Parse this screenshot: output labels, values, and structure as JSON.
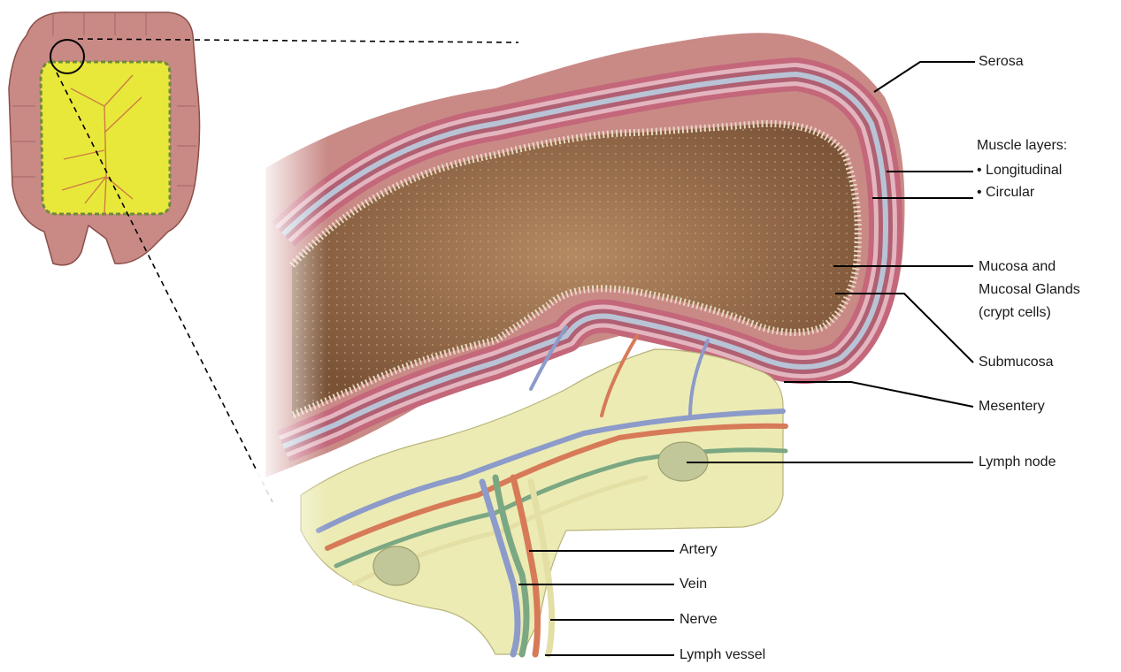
{
  "labels": {
    "serosa": "Serosa",
    "muscle_layers": "Muscle layers:",
    "longitudinal": "• Longitudinal",
    "circular": "• Circular",
    "mucosa_line1": "Mucosa and",
    "mucosa_line2": "Mucosal Glands",
    "mucosa_line3": "(crypt cells)",
    "submucosa": "Submucosa",
    "mesentery": "Mesentery",
    "lymph_node": "Lymph node",
    "artery": "Artery",
    "vein": "Vein",
    "nerve": "Nerve",
    "lymph_vessel": "Lymph vessel"
  },
  "colors": {
    "serosa_tissue": "#c98a86",
    "muscle_pink": "#c4677a",
    "muscle_light": "#e3b5bf",
    "submucosa_blue": "#b8c4d6",
    "lumen_brown": "#a87c5a",
    "mesentery_yellow": "#ecebb4",
    "artery": "#d77a58",
    "vein": "#8c9bc9",
    "nerve": "#e3dfa5",
    "lymph_vessel": "#7ba883",
    "lymph_node": "#c2c79a",
    "leader_line": "#000000",
    "colon_inset_yellow": "#e8e83a"
  }
}
